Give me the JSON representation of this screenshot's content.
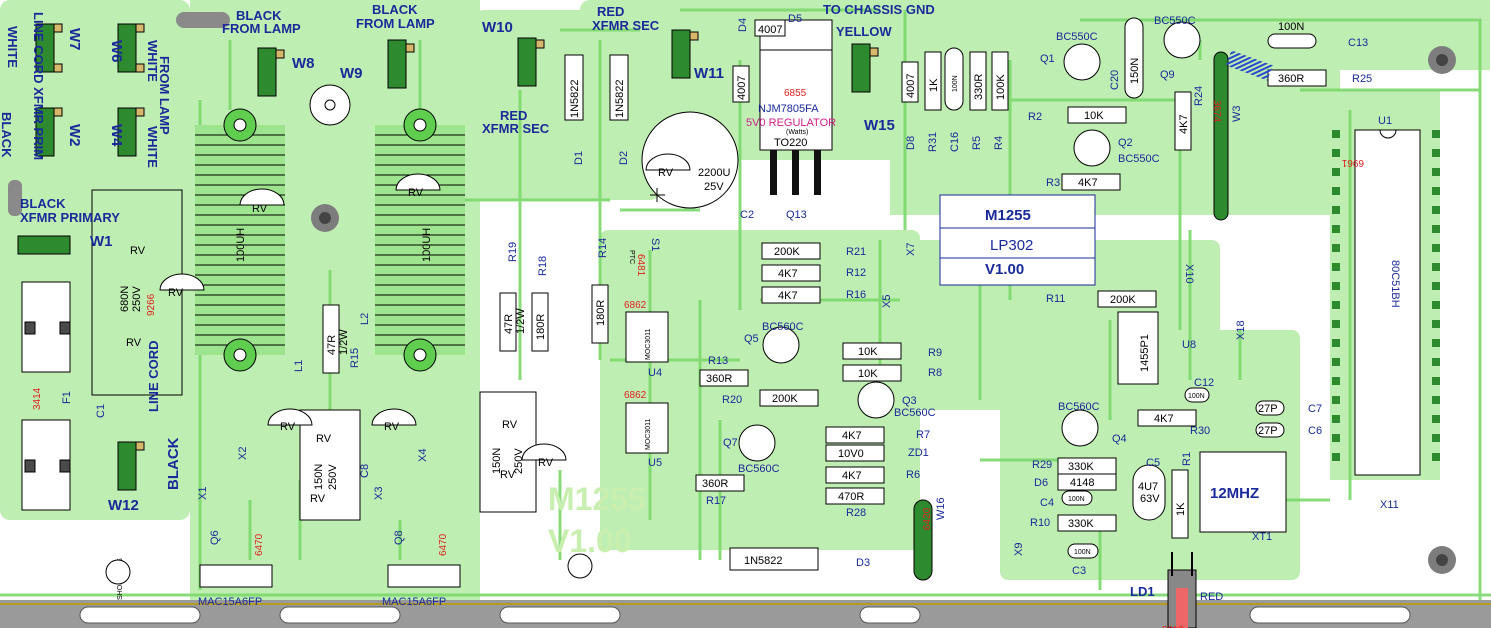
{
  "board_info": {
    "model": "M1255",
    "board": "LP302",
    "version": "V1.00",
    "watermark_line1": "M1255",
    "watermark_line2": "V1.00"
  },
  "wire_labels": {
    "w_line_cord_prim": "LINE CORD XFMR PRIM",
    "w_white_left": "WHITE",
    "w_black_left": "BLACK",
    "w_from_lamp": "FROM LAMP",
    "w_white_w6": "WHITE",
    "w_white_w4": "WHITE",
    "black_lamp1": "BLACK",
    "from_lamp1": "FROM LAMP",
    "black_lamp2": "BLACK",
    "from_lamp2": "FROM LAMP",
    "black_xfmr": "BLACK",
    "xfmr_primary": "XFMR PRIMARY",
    "line_cord": "LINE CORD",
    "black_lc": "BLACK",
    "red_sec1": "RED",
    "xfmr_sec1": "XFMR SEC",
    "red_sec2": "RED",
    "xfmr_sec2": "XFMR SEC",
    "to_chassis": "TO CHASSIS GND",
    "yellow": "YELLOW",
    "red_led": "RED"
  },
  "connectors": {
    "W1": "W1",
    "W2": "W2",
    "W4": "W4",
    "W6": "W6",
    "W7": "W7",
    "W8": "W8",
    "W9": "W9",
    "W10": "W10",
    "W11": "W11",
    "W12": "W12",
    "W15": "W15",
    "W3": "W3",
    "W16": "W16"
  },
  "refs": {
    "D1": "D1",
    "D2": "D2",
    "D3": "D3",
    "D4": "D4",
    "D5": "D5",
    "D6": "D6",
    "D8": "D8",
    "Q1": "Q1",
    "Q2": "Q2",
    "Q3": "Q3",
    "Q4": "Q4",
    "Q5": "Q5",
    "Q6": "Q6",
    "Q7": "Q7",
    "Q8": "Q8",
    "Q9": "Q9",
    "Q13": "Q13",
    "R1": "R1",
    "R2": "R2",
    "R3": "R3",
    "R4": "R4",
    "R5": "R5",
    "R6": "R6",
    "R7": "R7",
    "R8": "R8",
    "R9": "R9",
    "R10": "R10",
    "R11": "R11",
    "R12": "R12",
    "R13": "R13",
    "R14": "R14",
    "R15": "R15",
    "R16": "R16",
    "R17": "R17",
    "R18": "R18",
    "R19": "R19",
    "R20": "R20",
    "R21": "R21",
    "R24": "R24",
    "R25": "R25",
    "R28": "R28",
    "R29": "R29",
    "R30": "R30",
    "R31": "R31",
    "C1": "C1",
    "C2": "C2",
    "C3": "C3",
    "C4": "C4",
    "C5": "C5",
    "C6": "C6",
    "C7": "C7",
    "C8": "C8",
    "C12": "C12",
    "C13": "C13",
    "C16": "C16",
    "C20": "C20",
    "L1": "L1",
    "L2": "L2",
    "U1": "U1",
    "U4": "U4",
    "U5": "U5",
    "U8": "U8",
    "F1": "F1",
    "S1": "S1",
    "ZD1": "ZD1",
    "LD1": "LD1",
    "XT1": "XT1",
    "X1": "X1",
    "X2": "X2",
    "X3": "X3",
    "X4": "X4",
    "X5": "X5",
    "X7": "X7",
    "X9": "X9",
    "X10": "X10",
    "X11": "X11",
    "X18": "X18"
  },
  "values": {
    "d_1n5822": "1N5822",
    "d_4007": "4007",
    "d_4148": "4148",
    "zd_10v0": "10V0",
    "r_200k": "200K",
    "r_4k7": "4K7",
    "r_10k": "10K",
    "r_360r": "360R",
    "r_180r": "180R",
    "r_330k": "330K",
    "r_470r": "470R",
    "r_330r": "330R",
    "r_100k": "100K",
    "r_1k": "1K",
    "r_47r": "47R",
    "r_half_w": "1/2W",
    "c_100n": "100N",
    "c_150n": "150N",
    "c_27p": "27P",
    "c_4u7": "4U7",
    "c_63v": "63V",
    "c_2200u": "2200U",
    "c_25v": "25V",
    "c_680n": "680N",
    "c_250v": "250V",
    "l_100uh": "100UH",
    "bc550c": "BC550C",
    "bc560c": "BC560C",
    "moc3011": "MOC3011",
    "mac15": "MAC15A6FP",
    "reg_part": "NJM7805FA",
    "reg_desc": "5V0 REGULATOR",
    "reg_pkg": "TO220",
    "watts": "(Watts)",
    "mcu": "80C51BH",
    "xtal": "12MHZ",
    "u8_part": "1455P1",
    "ptc": "PTC"
  },
  "part_numbers": {
    "p6855": "6855",
    "p6862a": "6862",
    "p6862b": "6862",
    "p6470a": "6470",
    "p6470b": "6470",
    "p6481": "6481",
    "p9266": "9266",
    "p3414": "3414",
    "p6961": "6961",
    "p3674": "3674",
    "p6420": "6420",
    "p6405": "6405"
  },
  "misc": {
    "short_axis": "SHORT AXIS",
    "rv": "RV"
  },
  "colors": {
    "board": "#b7ecaa",
    "pad": "#5fce4e",
    "label": "#1a2a9a",
    "part_number": "#e02020",
    "silk": "#000000",
    "regulator_text": "#d0208a"
  }
}
